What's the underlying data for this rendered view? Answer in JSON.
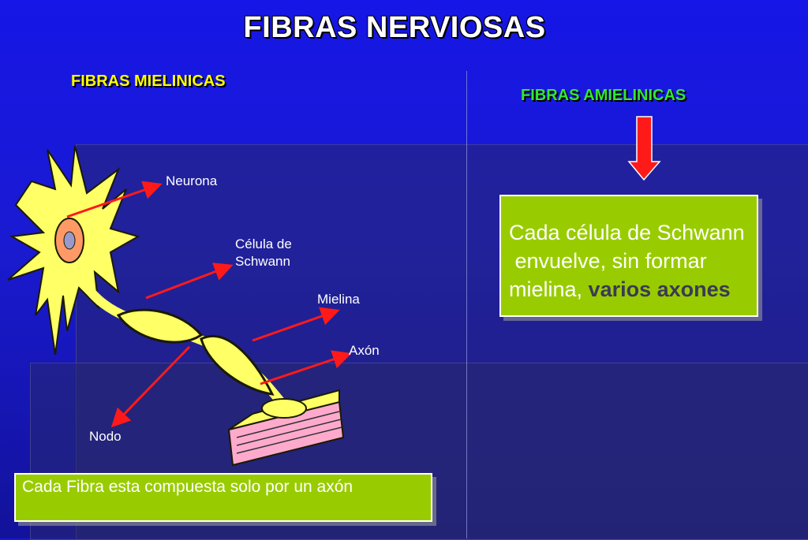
{
  "title": "FIBRAS NERVIOSAS",
  "left": {
    "subtitle": "FIBRAS MIELINICAS",
    "labels": {
      "neurona": "Neurona",
      "celula_line1": "Célula de",
      "celula_line2": "Schwann",
      "mielina": "Mielina",
      "axon": "Axón",
      "nodo": "Nodo"
    },
    "box_text": "Cada Fibra esta compuesta solo por un axón"
  },
  "right": {
    "subtitle": "FIBRAS AMIELINICAS",
    "box_line1": "Cada célula de Schwann",
    "box_line2": " envuelve, sin formar",
    "box_line3_plain": "mielina, ",
    "box_line3_bold": "varios axones"
  },
  "colors": {
    "background": "#1a1ad2",
    "title": "#ffffff",
    "subtitle_left": "#ffff00",
    "subtitle_right": "#33e633",
    "box_fill": "#99cc00",
    "arrow": "#ff1a1a",
    "neuron": "#ffff66",
    "muscle": "#ffaacc"
  },
  "icons": [
    "neuron-illustration",
    "down-arrow-icon",
    "pointer-arrows"
  ]
}
